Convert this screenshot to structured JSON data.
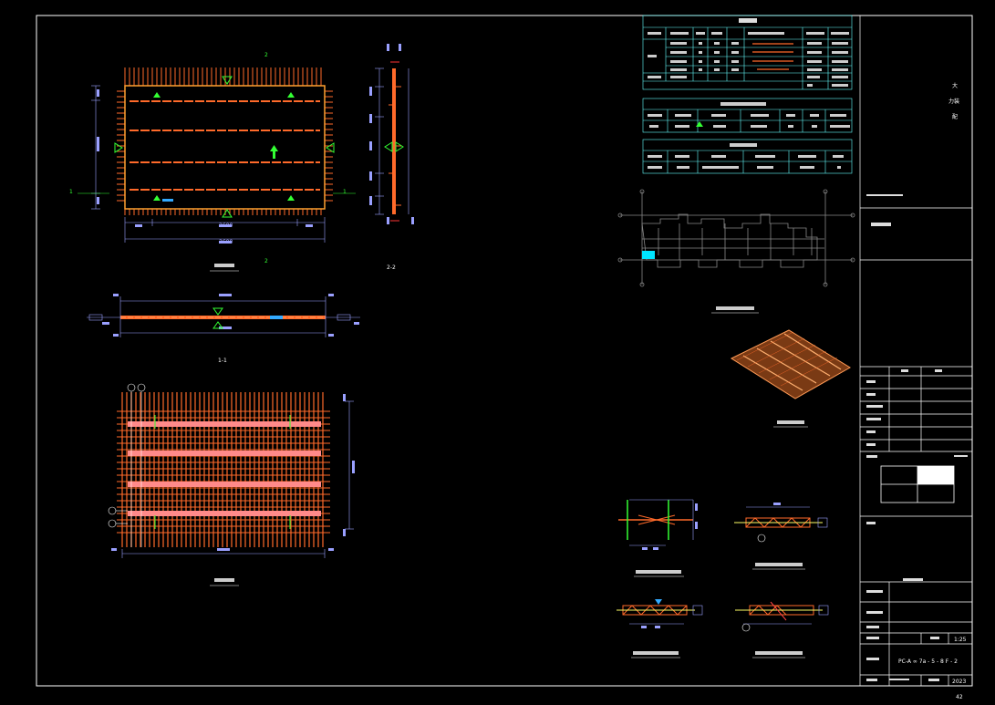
{
  "title_block": {
    "big_title_1": "大",
    "big_title_2": "力装",
    "big_title_3": "配",
    "sheet_no": "PC-A ∞ 7a - 5 - 8 F - 2",
    "scale": "1:25",
    "year": "2023",
    "page": "42"
  },
  "views": {
    "view_2_2": "2-2",
    "view_1_1": "1-1",
    "axis_2": "2",
    "axis_1": "1",
    "dim_top": "2600",
    "dim_bottom": "3600",
    "dim_grid": "3600"
  },
  "colors": {
    "frame": "#ffffff",
    "rebar": "#ff6a2a",
    "slab": "#ffb070",
    "dim": "#9aa0ff",
    "marker_green": "#33ff33",
    "marker_yellow": "#ffff66",
    "highlight_cyan": "#00e5ff"
  }
}
